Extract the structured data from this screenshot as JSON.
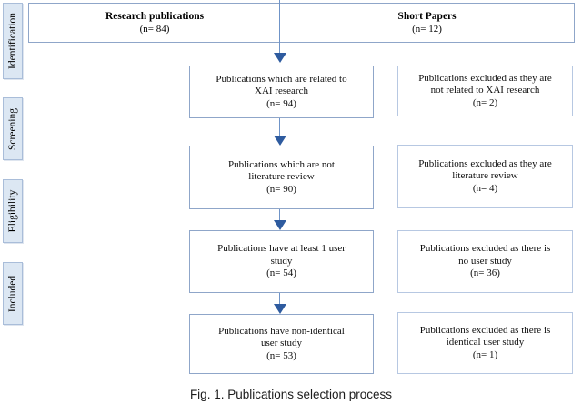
{
  "figure": {
    "caption": "Fig. 1. Publications selection process"
  },
  "colors": {
    "stage_fill": "#dce7f3",
    "stage_border": "#a9bdd9",
    "included_box_border": "#8fa6c9",
    "excluded_box_border": "#b7c8e2",
    "arrow_line": "#6f94c8",
    "arrow_head": "#2e5b9f"
  },
  "stages": [
    {
      "label": "Identification"
    },
    {
      "label": "Screening"
    },
    {
      "label": "Eligibility"
    },
    {
      "label": "Included"
    }
  ],
  "header": {
    "left": {
      "title": "Research publications",
      "count": "(n= 84)"
    },
    "right": {
      "title": "Short Papers",
      "count": "(n= 12)"
    }
  },
  "rows": [
    {
      "included": {
        "lines": [
          "Publications which are related to",
          "XAI research"
        ],
        "count": "(n= 94)"
      },
      "excluded": {
        "lines": [
          "Publications excluded as they are",
          "not related to XAI research"
        ],
        "count": "(n= 2)"
      }
    },
    {
      "included": {
        "lines": [
          "Publications which are not",
          "literature review"
        ],
        "count": "(n= 90)"
      },
      "excluded": {
        "lines": [
          "Publications excluded as they are",
          "literature review"
        ],
        "count": "(n= 4)"
      }
    },
    {
      "included": {
        "lines": [
          "Publications have at least 1 user",
          "study"
        ],
        "count": "(n= 54)"
      },
      "excluded": {
        "lines": [
          "Publications excluded as there is",
          "no user study"
        ],
        "count": "(n= 36)"
      }
    },
    {
      "included": {
        "lines": [
          "Publications have non-identical",
          "user study"
        ],
        "count": "(n= 53)"
      },
      "excluded": {
        "lines": [
          "Publications excluded as there is",
          "identical user study"
        ],
        "count": "(n= 1)"
      }
    }
  ]
}
